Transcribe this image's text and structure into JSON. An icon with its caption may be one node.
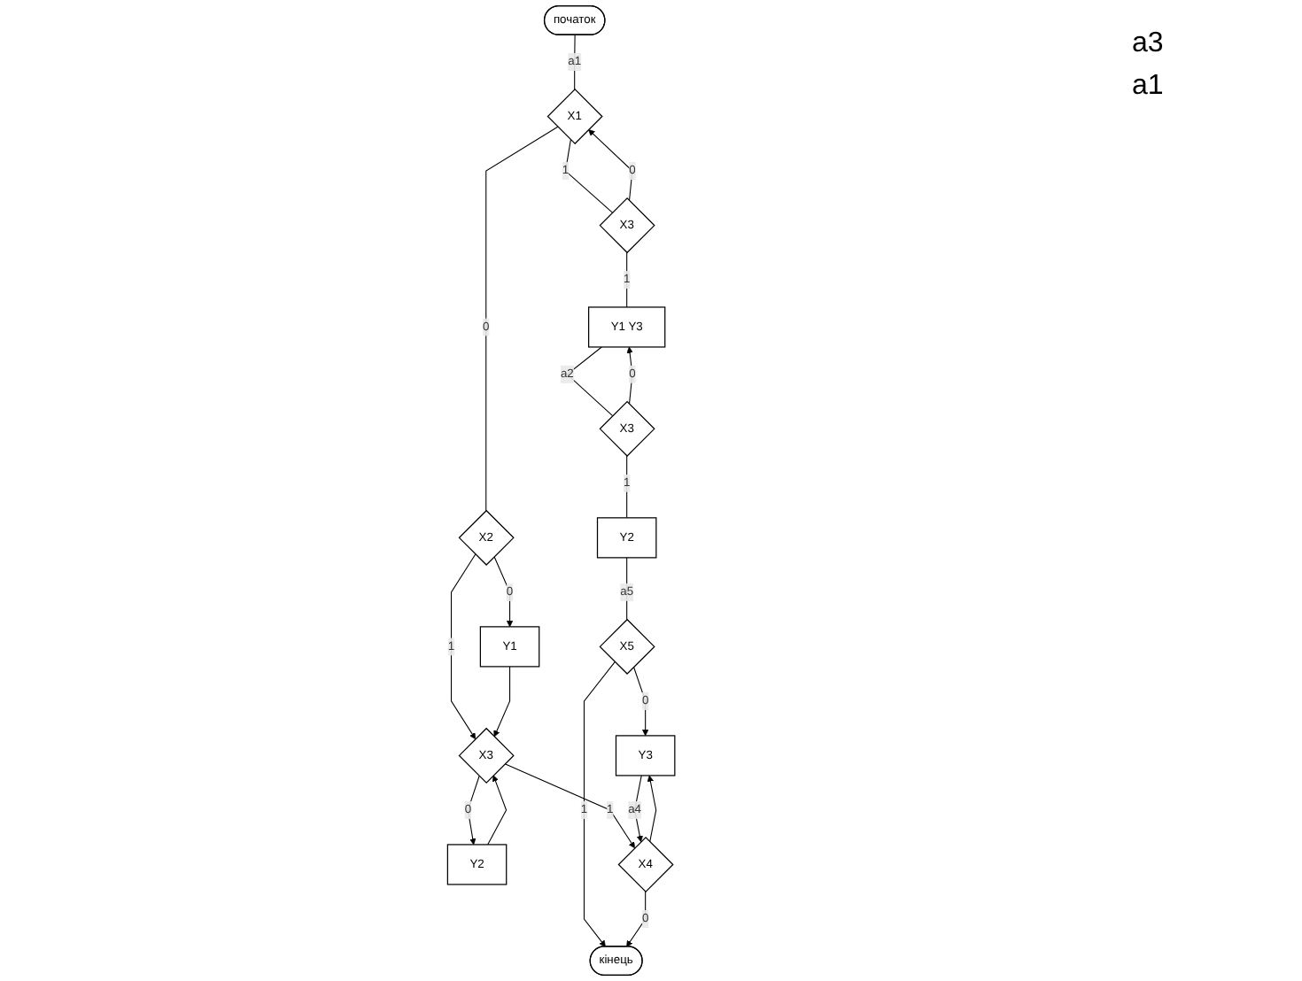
{
  "diagram": {
    "nodes": [
      {
        "text": [
          "початок"
        ]
      },
      {
        "text": [
          "X3"
        ]
      },
      {
        "text": [
          "X1"
        ]
      },
      {
        "text": [
          "X2"
        ]
      },
      {
        "text": [
          "Y1 Y3"
        ]
      },
      {
        "text": [
          "Y1"
        ]
      },
      {
        "text": [
          "X3"
        ]
      },
      {
        "text": [
          "Y2"
        ]
      },
      {
        "text": [
          "X3"
        ]
      },
      {
        "text": [
          "Y2"
        ]
      },
      {
        "text": [
          "X4"
        ]
      },
      {
        "text": [
          "Y3"
        ]
      },
      {
        "text": [
          "X5"
        ]
      },
      {
        "text": [
          "кінець"
        ]
      }
    ],
    "edges": [
      {
        "from": 0,
        "to": 2,
        "arrow": "none",
        "label": "a1"
      },
      {
        "from": 1,
        "to": 2,
        "arrow": "to",
        "label": "0"
      },
      {
        "from": 2,
        "to": 1,
        "arrow": "none",
        "label": "1"
      },
      {
        "from": 2,
        "to": 3,
        "arrow": "none",
        "label": "0"
      },
      {
        "from": 1,
        "to": 4,
        "arrow": "none",
        "label": "1"
      },
      {
        "from": 3,
        "to": 5,
        "arrow": "to",
        "label": "0"
      },
      {
        "from": 3,
        "to": 8,
        "arrow": "to",
        "label": "1"
      },
      {
        "from": 5,
        "to": 8,
        "arrow": "to"
      },
      {
        "from": 7,
        "to": 8,
        "arrow": "to"
      },
      {
        "from": 4,
        "to": 6,
        "arrow": "none",
        "label": "a2"
      },
      {
        "from": 6,
        "to": 4,
        "arrow": "to",
        "label": "0"
      },
      {
        "from": 8,
        "to": 7,
        "arrow": "to",
        "label": "0"
      },
      {
        "from": 6,
        "to": 9,
        "arrow": "none",
        "label": "1"
      },
      {
        "from": 8,
        "to": 10,
        "arrow": "to",
        "label": "1"
      },
      {
        "from": 11,
        "to": 10,
        "arrow": "to",
        "label": "a4"
      },
      {
        "from": 10,
        "to": 11,
        "arrow": "to"
      },
      {
        "from": 9,
        "to": 12,
        "arrow": "none",
        "label": "a5"
      },
      {
        "from": 12,
        "to": 11,
        "arrow": "to",
        "label": "0"
      },
      {
        "from": 12,
        "to": 13,
        "arrow": "to",
        "label": "1"
      },
      {
        "from": 10,
        "to": 13,
        "arrow": "to",
        "label": "0"
      }
    ],
    "labels": [
      "a3",
      "a1"
    ]
  }
}
